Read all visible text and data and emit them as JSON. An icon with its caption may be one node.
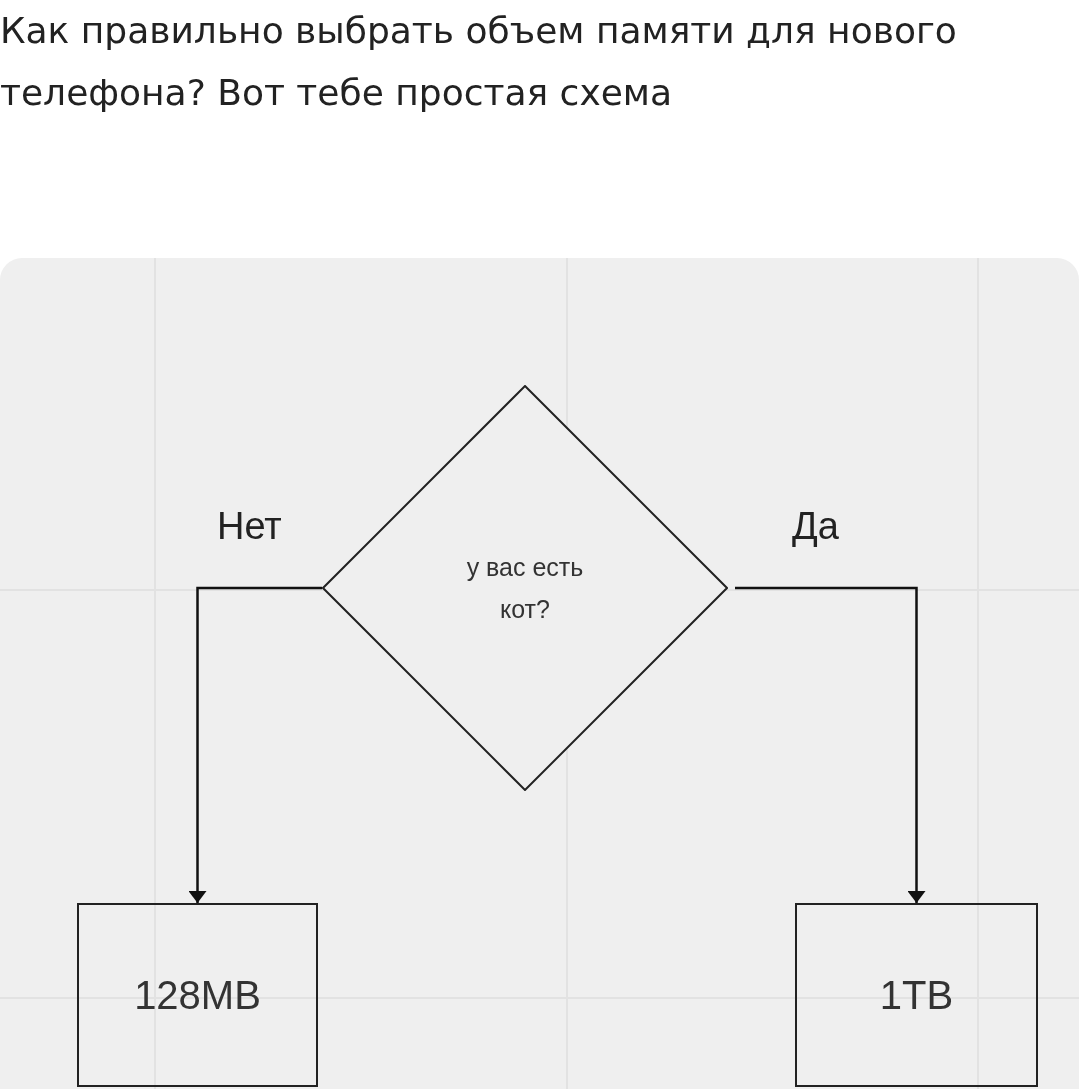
{
  "diagram": {
    "title": "Как правильно выбрать объем памяти для нового телефона? Вот тебе простая схема",
    "nodes": [
      {
        "text": [
          "у вас есть кот?"
        ]
      },
      {
        "text": [
          "128MB"
        ]
      },
      {
        "text": [
          "1TB"
        ]
      }
    ],
    "edges": [
      {
        "from": 0,
        "to": 1,
        "arrow": "to",
        "label": "Нет"
      },
      {
        "from": 0,
        "to": 2,
        "arrow": "to",
        "label": "Да"
      }
    ]
  }
}
